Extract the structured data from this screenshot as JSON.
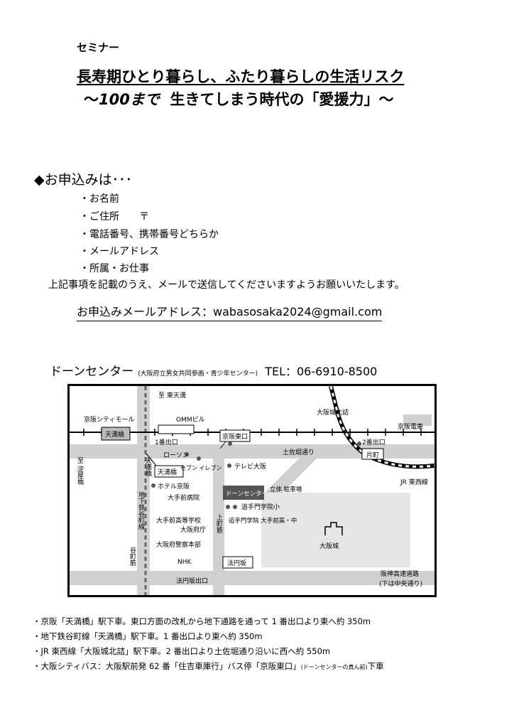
{
  "header": {
    "label": "セミナー",
    "title_line1": "長寿期ひとり暮らし、ふたり暮らしの生活リスク",
    "title_line2_prefix": "～",
    "title_line2_strong": "100まで",
    "title_line2_rest": "生きてしまう時代の「愛援力」～"
  },
  "application": {
    "heading": "◆お申込みは･･･",
    "items": [
      {
        "text": "・お名前",
        "extra": ""
      },
      {
        "text": "・ご住所",
        "extra": "〒"
      },
      {
        "text": "・電話番号、携帯番号どちらか",
        "extra": ""
      },
      {
        "text": "・メールアドレス",
        "extra": ""
      },
      {
        "text": "・所属・お仕事",
        "extra": ""
      }
    ],
    "instruction": "上記事項を記載のうえ、メールで送信してくださいますようお願いいたします。",
    "mail_line": "お申込みメールアドレス：wabasosaka2024@gmail.com"
  },
  "venue": {
    "name": "ドーンセンター",
    "sub": "(大阪府立男女共同参画・青少年センター)",
    "tel": "TEL：06-6910-8500"
  },
  "map": {
    "labels": {
      "higashi_tenma": "至 東天満",
      "city_monorail": "京阪シティモール",
      "omm": "OMMビル",
      "tenmabashi_box": "天満橋",
      "exit1": "1番出口",
      "keihan_higashiguchi": "京阪東口",
      "osakajo_kitazume": "大阪城北詰",
      "keihan_line": "京阪電車",
      "tosabori": "土佐堀通り",
      "exit2": "2番出口",
      "katamachi": "片町",
      "lawson": "ローソン",
      "seven": "セブン イレブン",
      "tenmabashi_station": "天満橋",
      "tenmabashi_v": "天満橋",
      "yodoyabashi_v": "至 淀屋橋",
      "tv_osaka": "テレビ大阪",
      "hotel_keihan": "ホテル京阪",
      "otemae_hospital": "大手前病院",
      "dawn_center": "ドーンセンター",
      "parking": "立体 駐車場",
      "otemon": "追手門学院小",
      "jr_line": "JR 東西線",
      "subway_v": "地下鉄谷町線",
      "tanimachi_v": "谷町筋",
      "uemachi_v": "上町筋",
      "otemae_hs": "大手前高等学校",
      "osaka_pref": "大阪府庁",
      "otemon_hs": "追手門学院 大手前高・中",
      "police_hq": "大阪府警察本部",
      "osakajo": "大阪城",
      "nhk": "NHK",
      "hoenzaka": "法円坂",
      "hoenzaka_exit": "法円坂出口",
      "hanshin_expressway": "阪神高速道路",
      "hanshin_under": "(下は中央通り)"
    }
  },
  "access": [
    {
      "text": "・京阪「天満橋」駅下車。東口方面の改札から地下通路を通って 1 番出口より東へ約 350m",
      "note": "",
      "after": ""
    },
    {
      "text": "・地下鉄谷町線「天満橋」駅下車。1 番出口より東へ約 350m",
      "note": "",
      "after": ""
    },
    {
      "text": "・JR 東西線「大阪城北詰」駅下車。2 番出口より土佐堀通り沿いに西へ約 550m",
      "note": "",
      "after": ""
    },
    {
      "text": "・大阪シティバス：大阪駅前発 62 番「住吉車庫行」バス停「京阪東口」",
      "note": "(ドーンセンターの真ん前)",
      "after": "下車"
    }
  ]
}
